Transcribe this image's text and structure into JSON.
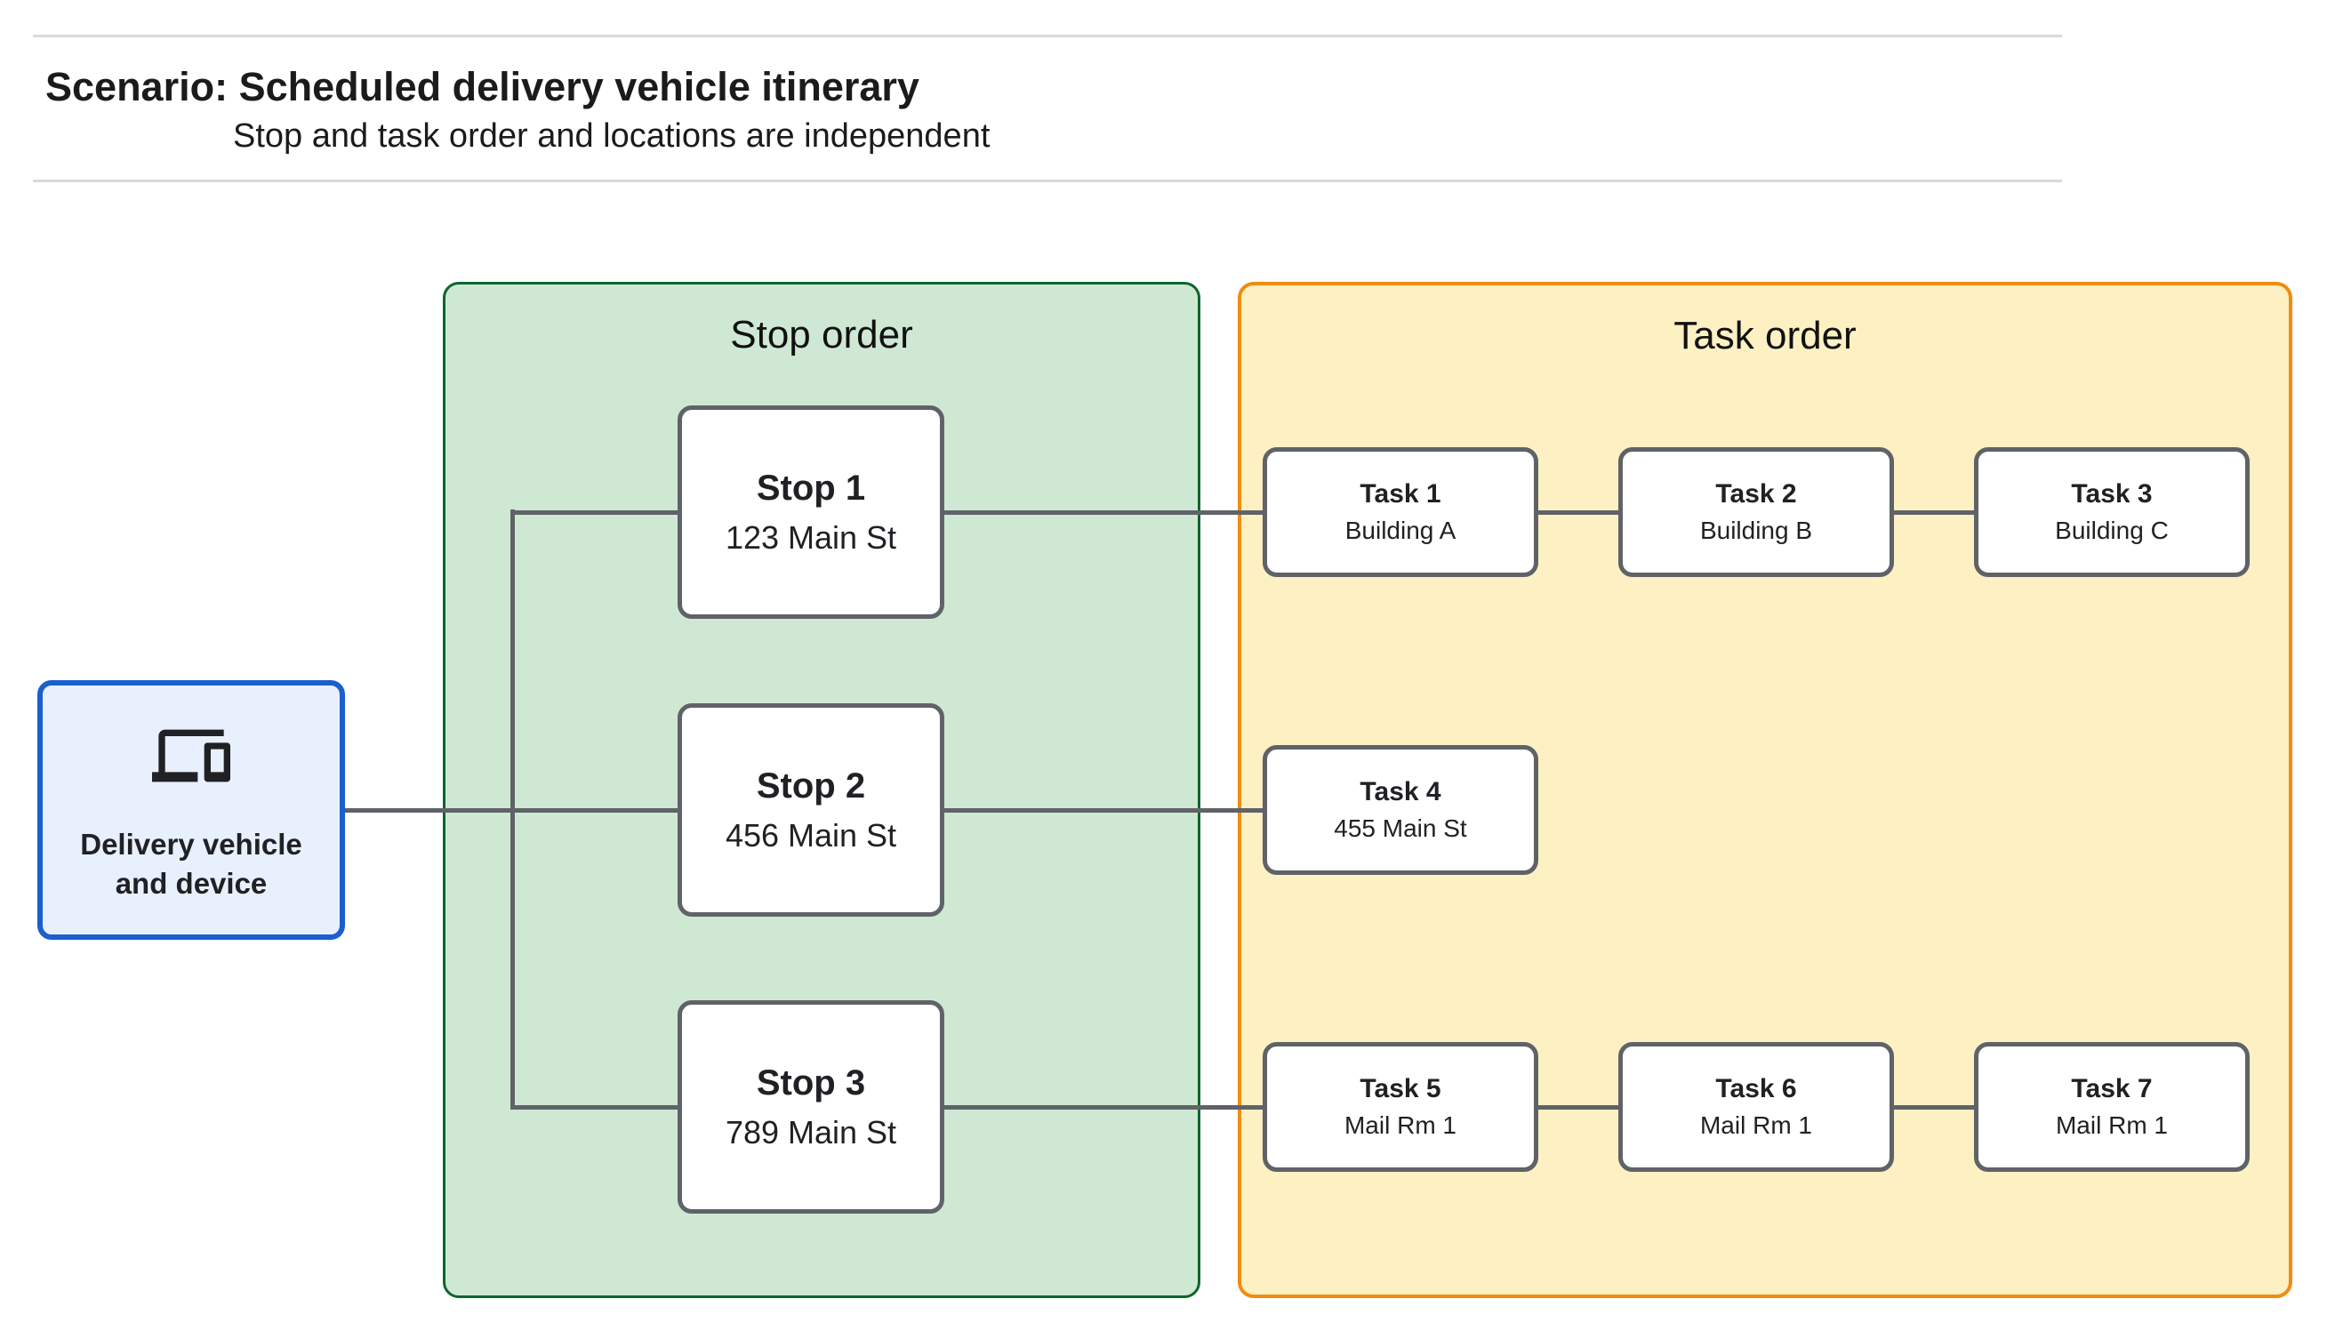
{
  "header": {
    "title": "Scenario: Scheduled delivery vehicle itinerary",
    "subtitle": "Stop and task order and locations are independent"
  },
  "vehicle": {
    "label": "Delivery vehicle and device",
    "icon": "devices-icon"
  },
  "stop_panel": {
    "title": "Stop order",
    "stops": [
      {
        "name": "Stop 1",
        "location": "123 Main St"
      },
      {
        "name": "Stop 2",
        "location": "456 Main St"
      },
      {
        "name": "Stop 3",
        "location": "789 Main St"
      }
    ]
  },
  "task_panel": {
    "title": "Task order",
    "tasks": [
      {
        "name": "Task 1",
        "location": "Building A"
      },
      {
        "name": "Task 2",
        "location": "Building B"
      },
      {
        "name": "Task 3",
        "location": "Building C"
      },
      {
        "name": "Task 4",
        "location": "455 Main St"
      },
      {
        "name": "Task 5",
        "location": "Mail Rm 1"
      },
      {
        "name": "Task 6",
        "location": "Mail Rm 1"
      },
      {
        "name": "Task 7",
        "location": "Mail Rm 1"
      }
    ]
  },
  "colors": {
    "stop_panel_fill": "#cfe8d3",
    "stop_panel_border": "#0d652d",
    "task_panel_fill": "#fdf0c3",
    "task_panel_border": "#f08c10",
    "vehicle_fill": "#e8f0fe",
    "vehicle_border": "#1b5fce",
    "node_border": "#5f6368",
    "connector": "#5f6368",
    "text": "#202124",
    "rule": "#d9d9d9"
  }
}
